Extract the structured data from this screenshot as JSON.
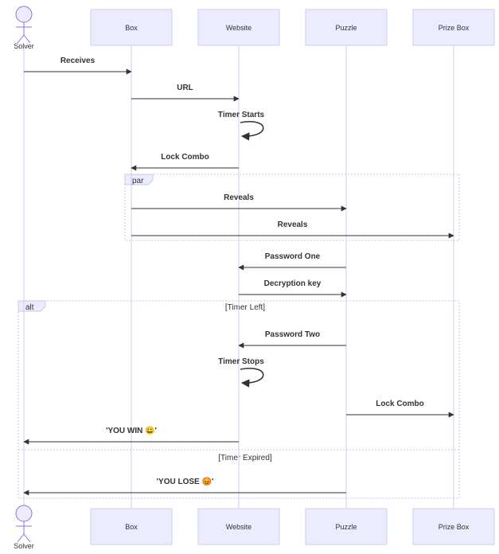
{
  "diagram": {
    "type": "sequence",
    "participants": [
      {
        "id": "solver",
        "label": "Solver",
        "kind": "actor"
      },
      {
        "id": "box",
        "label": "Box",
        "kind": "box"
      },
      {
        "id": "website",
        "label": "Website",
        "kind": "box"
      },
      {
        "id": "puzzle",
        "label": "Puzzle",
        "kind": "box"
      },
      {
        "id": "prize",
        "label": "Prize Box",
        "kind": "box"
      }
    ],
    "messages": [
      {
        "from": "solver",
        "to": "box",
        "label": "Receives"
      },
      {
        "from": "box",
        "to": "website",
        "label": "URL"
      },
      {
        "from": "website",
        "to": "website",
        "label": "Timer Starts"
      },
      {
        "from": "website",
        "to": "box",
        "label": "Lock Combo"
      },
      {
        "from": "box",
        "to": "puzzle",
        "label": "Reveals"
      },
      {
        "from": "box",
        "to": "prize",
        "label": "Reveals"
      },
      {
        "from": "puzzle",
        "to": "website",
        "label": "Password One"
      },
      {
        "from": "website",
        "to": "puzzle",
        "label": "Decryption key"
      },
      {
        "from": "puzzle",
        "to": "website",
        "label": "Password Two"
      },
      {
        "from": "website",
        "to": "website",
        "label": "Timer Stops"
      },
      {
        "from": "puzzle",
        "to": "prize",
        "label": "Lock Combo"
      },
      {
        "from": "website",
        "to": "solver",
        "label": "'YOU WIN 😀'"
      },
      {
        "from": "puzzle",
        "to": "solver",
        "label": "'YOU LOSE 😡'"
      }
    ],
    "blocks": [
      {
        "kind": "par",
        "label": "par",
        "condition": ""
      },
      {
        "kind": "alt",
        "label": "alt",
        "condition": "[Timer Left]",
        "else_condition": "[Timer Expired]"
      }
    ],
    "colors": {
      "box_fill": "#ECECFF",
      "box_stroke": "#CDCDEE",
      "lifeline": "#CDCDEE",
      "arrow": "#333333",
      "text": "#333333",
      "actor_fill": "#ECECFF",
      "actor_stroke": "#9370DB",
      "block_stroke": "#C8C8E8"
    }
  }
}
